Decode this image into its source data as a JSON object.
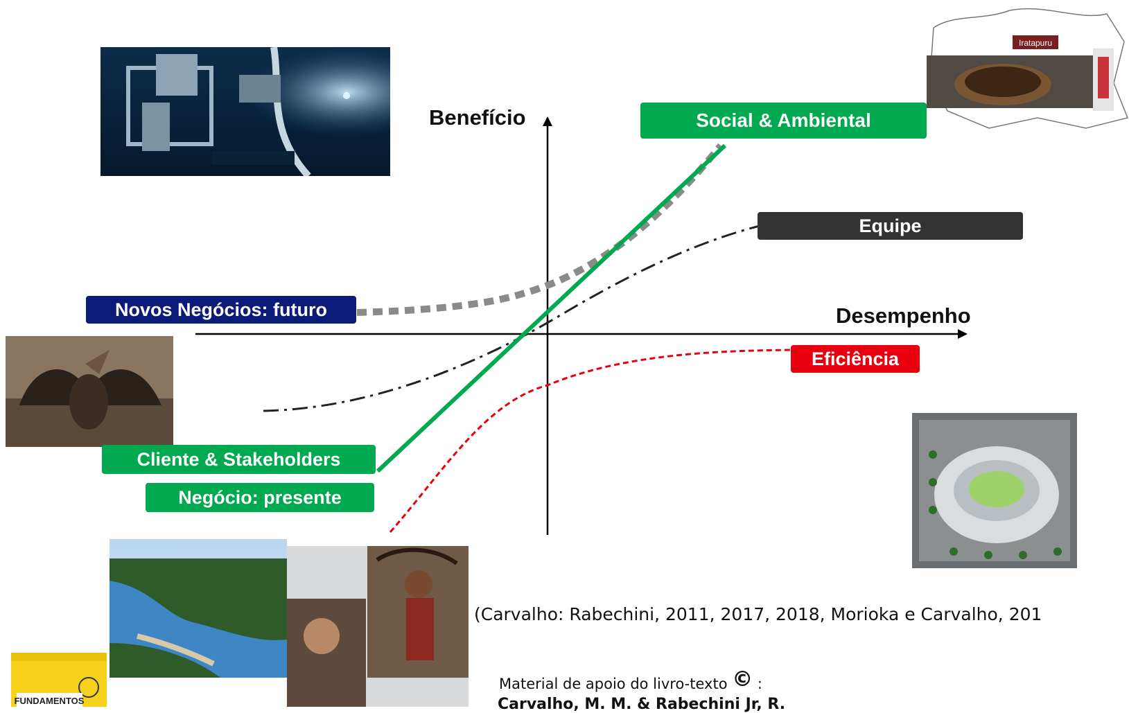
{
  "axes": {
    "y_title": "Benefício",
    "x_title": "Desempenho"
  },
  "labels": {
    "social_ambiental": "Social & Ambiental",
    "equipe": "Equipe",
    "novos_negocios": "Novos Negócios: futuro",
    "eficiencia": "Eficiência",
    "cliente_stakeholders": "Cliente & Stakeholders",
    "negocio_presente": "Negócio: presente"
  },
  "photos": {
    "map_tag": "Iratapuru",
    "book_cover_title": "FUNDAMENTOS"
  },
  "citation": "(Carvalho: Rabechini, 2011, 2017, 2018, Morioka e Carvalho, 201",
  "support": {
    "text": "Material de apoio do livro-texto",
    "symbol": "©",
    "suffix": " :",
    "authors": "Carvalho, M. M. & Rabechini Jr, R."
  },
  "colors": {
    "green": "#00a84f",
    "dark_gray": "#333333",
    "navy": "#0c1a78",
    "red": "#e8000f",
    "dotted_gray": "#8a8a8a"
  }
}
